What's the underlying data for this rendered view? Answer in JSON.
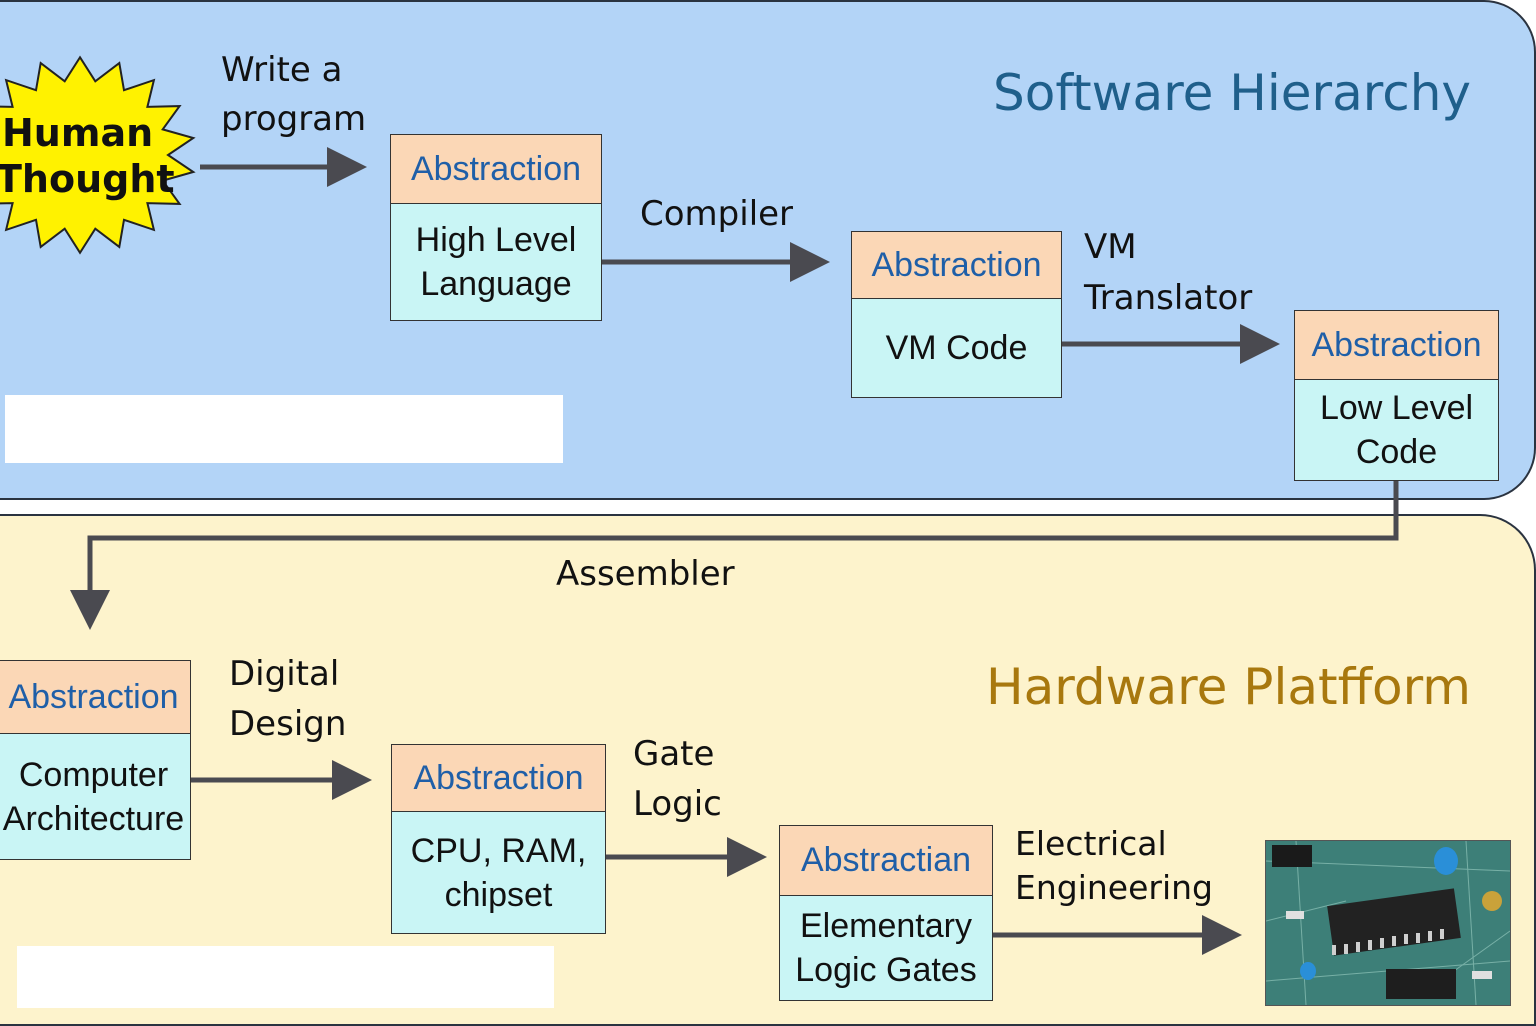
{
  "software": {
    "title": "Software Hierarchy"
  },
  "hardware": {
    "title": "Hardware Platfform"
  },
  "human_thought": {
    "line1": "Human",
    "line2": "Thought"
  },
  "labels": {
    "write_program_1": "Write a",
    "write_program_2": "program",
    "compiler": "Compiler",
    "vm_translator_1": "VM",
    "vm_translator_2": "Translator",
    "assembler": "Assembler",
    "digital_design_1": "Digital",
    "digital_design_2": "Design",
    "gate_logic_1": "Gate",
    "gate_logic_2": "Logic",
    "electrical_eng_1": "Electrical",
    "electrical_eng_2": "Engineering"
  },
  "boxes": {
    "high_level": {
      "head": "Abstraction",
      "body": "High Level\nLanguage"
    },
    "vm_code": {
      "head": "Abstraction",
      "body": "VM Code"
    },
    "low_level": {
      "head": "Abstraction",
      "body": "Low Level\nCode"
    },
    "computer_arch": {
      "head": "Abstraction",
      "body": "Computer\nArchitecture"
    },
    "cpu_ram": {
      "head": "Abstraction",
      "body": "CPU, RAM,\nchipset"
    },
    "logic_gates": {
      "head": "Abstractian",
      "body": "Elementary\nLogic Gates"
    }
  },
  "colors": {
    "software_bg": "#b3d4f7",
    "hardware_bg": "#fdf3cc",
    "box_head_bg": "#fbd7b6",
    "box_body_bg": "#c9f5f5",
    "abstraction_text": "#1f5fa8",
    "software_title": "#1f5f8b",
    "hardware_title": "#a8780e",
    "starburst": "#fff200",
    "arrow": "#4a4a50"
  },
  "image": {
    "description_icon": "circuit-board-photo"
  }
}
